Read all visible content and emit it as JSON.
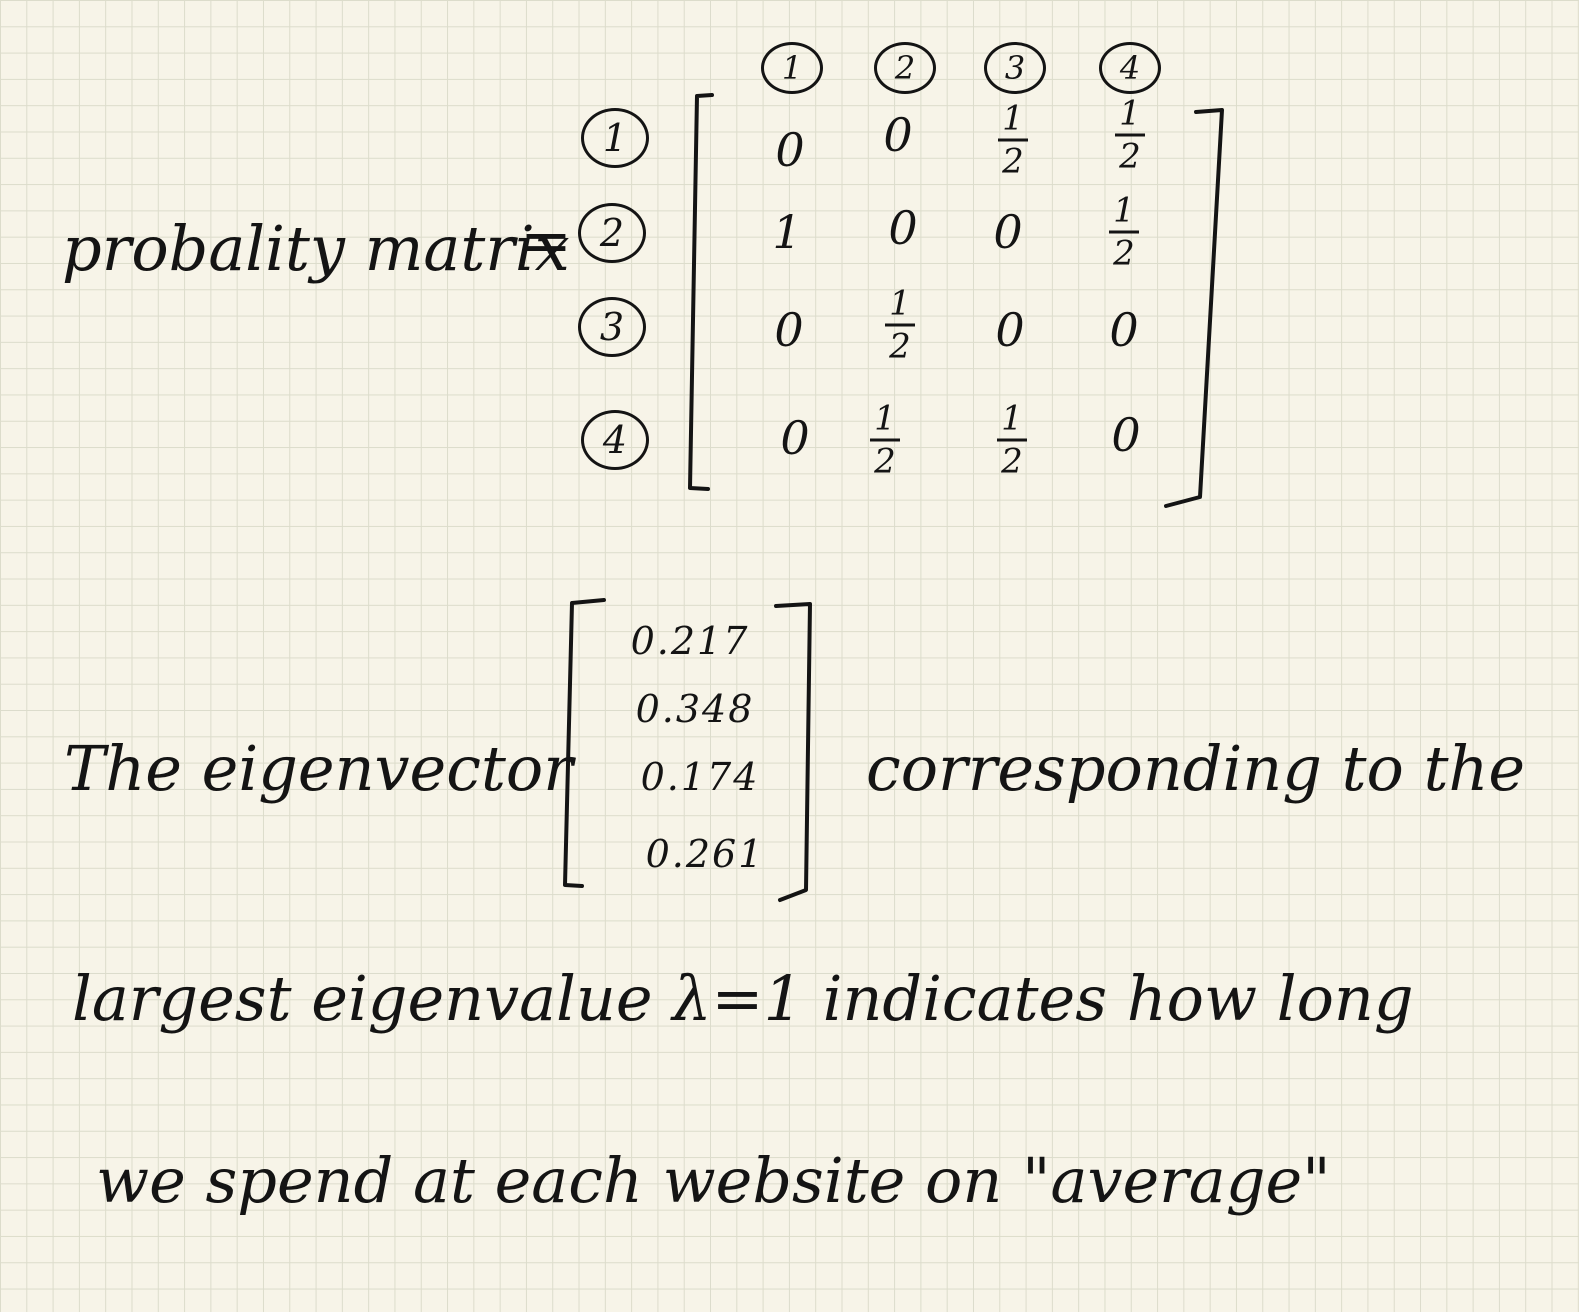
{
  "matrix_label": "probality matrix",
  "equals": "=",
  "row_labels": [
    "1",
    "2",
    "3",
    "4"
  ],
  "col_labels": [
    "1",
    "2",
    "3",
    "4"
  ],
  "matrix": [
    [
      "0",
      "0",
      "1/2",
      "1/2"
    ],
    [
      "1",
      "0",
      "0",
      "1/2"
    ],
    [
      "0",
      "1/2",
      "0",
      "0"
    ],
    [
      "0",
      "1/2",
      "1/2",
      "0"
    ]
  ],
  "sentence_start": "The eigenvector",
  "eigenvector": [
    "0.217",
    "0.348",
    "0.174",
    "0.261"
  ],
  "sentence_after": "corresponding to the",
  "line2": "largest eigenvalue λ=1 indicates how long",
  "line3": "we spend at each website on \"average\""
}
